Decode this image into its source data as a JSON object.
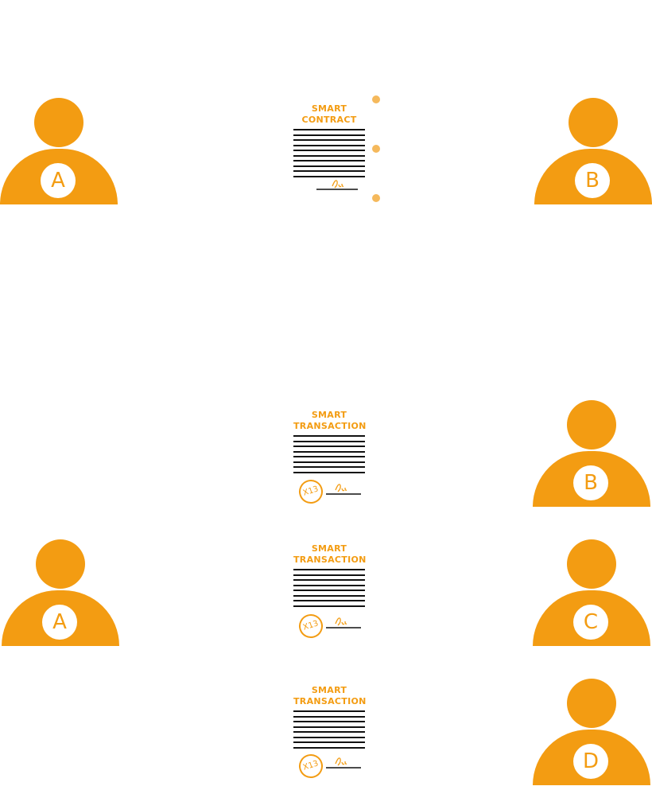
{
  "colors": {
    "orange": "#f39c12",
    "dot": "#f5b95c",
    "ink": "#111111"
  },
  "top": {
    "party_a": "A",
    "party_b": "B",
    "contract": {
      "line1": "SMART",
      "line2": "CONTRACT"
    },
    "progress_dots": 3
  },
  "bottom": {
    "sender": "A",
    "recipients": [
      "B",
      "C",
      "D"
    ],
    "transactions": [
      {
        "line1": "SMART",
        "line2": "TRANSACTION",
        "stamp": "X13"
      },
      {
        "line1": "SMART",
        "line2": "TRANSACTION",
        "stamp": "X13"
      },
      {
        "line1": "SMART",
        "line2": "TRANSACTION",
        "stamp": "X13"
      }
    ]
  }
}
